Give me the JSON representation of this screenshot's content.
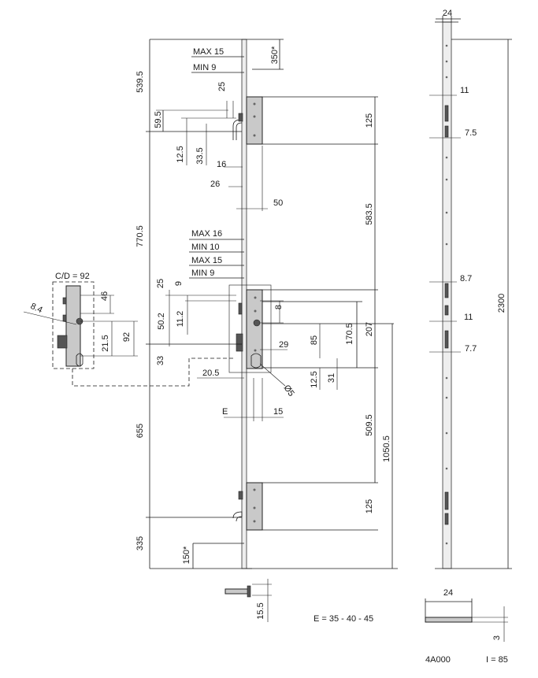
{
  "top": {
    "max_15": "MAX 15",
    "min_9": "MIN 9",
    "d_350": "350*",
    "d_25": "25",
    "d_539_5": "539.5",
    "d_59_5": "59.5",
    "d_125": "125",
    "d_12_5": "12.5",
    "d_33_5": "33.5",
    "d_16": "16",
    "d_26": "26",
    "d_50": "50"
  },
  "middle": {
    "d_770_5": "770.5",
    "d_583_5": "583.5",
    "max_16": "MAX 16",
    "min_10": "MIN 10",
    "max_15": "MAX 15",
    "min_9": "MIN 9",
    "d_25": "25",
    "d_9": "9",
    "d_8": "8",
    "d_50_2": "50.2",
    "d_11_2": "11.2",
    "d_170_5": "170.5",
    "d_207": "207",
    "d_85": "85",
    "d_29": "29",
    "d_33": "33",
    "d_20_5": "20.5",
    "d_phi5": "Ø5",
    "d_12_5": "12.5",
    "d_31": "31",
    "e_label": "E",
    "d_15": "15",
    "d_509_5": "509.5",
    "d_1050_5": "1050.5"
  },
  "side": {
    "cd": "C/D = 92",
    "d_46": "46",
    "d_8_4": "8.4",
    "d_21_5": "21.5",
    "d_92": "92"
  },
  "bottom": {
    "d_655": "655",
    "d_125": "125",
    "d_335": "335",
    "d_150": "150*",
    "d_15_5": "15.5",
    "e_values": "E = 35 - 40 - 45"
  },
  "right": {
    "d_24_top": "24",
    "d_11_a": "11",
    "d_7_5": "7.5",
    "d_8_7": "8.7",
    "d_11_b": "11",
    "d_7_7": "7.7",
    "d_2300": "2300",
    "d_24_bottom": "24",
    "d_3": "3"
  },
  "footer": {
    "code": "4A000",
    "i_value": "I = 85"
  }
}
